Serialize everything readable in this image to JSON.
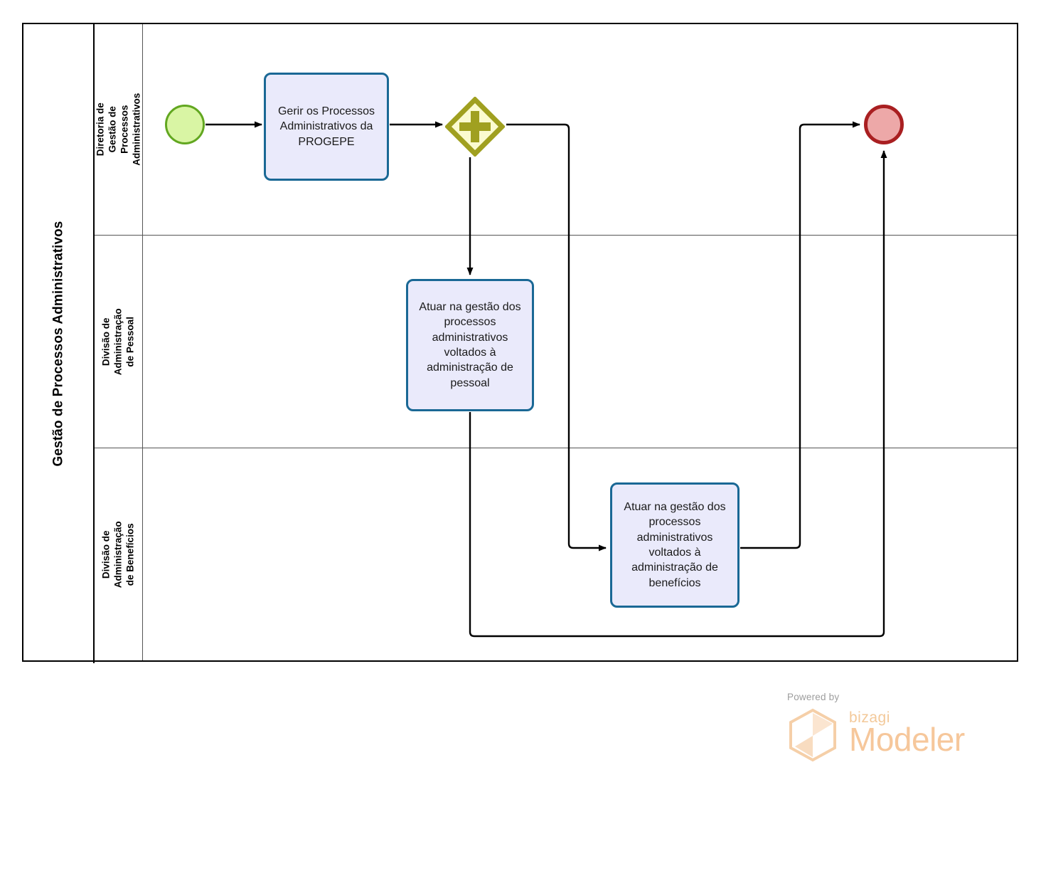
{
  "diagram": {
    "type": "bpmn-process",
    "pool": {
      "name": "Gestão de Processos Administrativos",
      "lanes": [
        {
          "id": "lane-diretoria",
          "name": "Diretoria de Gestão de Processos Administrativos"
        },
        {
          "id": "lane-pessoal",
          "name": "Divisão de Administração de Pessoal"
        },
        {
          "id": "lane-beneficios",
          "name": "Divisão de Administração de Benefícios"
        }
      ]
    },
    "nodes": [
      {
        "id": "start-event",
        "type": "start-event",
        "lane": "lane-diretoria",
        "label": ""
      },
      {
        "id": "task-gerir",
        "type": "task",
        "lane": "lane-diretoria",
        "label": "Gerir os Processos Administrativos da PROGEPE"
      },
      {
        "id": "gateway-parallel",
        "type": "parallel-gateway",
        "lane": "lane-diretoria",
        "label": ""
      },
      {
        "id": "task-pessoal",
        "type": "task",
        "lane": "lane-pessoal",
        "label": "Atuar na gestão dos processos administrativos voltados à administração de pessoal"
      },
      {
        "id": "task-beneficios",
        "type": "task",
        "lane": "lane-beneficios",
        "label": "Atuar na gestão dos processos administrativos voltados à administração de benefícios"
      },
      {
        "id": "end-event",
        "type": "end-event",
        "lane": "lane-diretoria",
        "label": ""
      }
    ],
    "flows": [
      {
        "from": "start-event",
        "to": "task-gerir",
        "label": ""
      },
      {
        "from": "task-gerir",
        "to": "gateway-parallel",
        "label": ""
      },
      {
        "from": "gateway-parallel",
        "to": "task-pessoal",
        "label": ""
      },
      {
        "from": "gateway-parallel",
        "to": "task-beneficios",
        "label": ""
      },
      {
        "from": "task-pessoal",
        "to": "end-event",
        "label": ""
      },
      {
        "from": "task-beneficios",
        "to": "end-event",
        "label": ""
      }
    ],
    "colors": {
      "start_event_border": "#62a720",
      "start_event_fill": "#d9f5a4",
      "end_event_border": "#a91f21",
      "end_event_fill": "#eda8a8",
      "task_border": "#1a6895",
      "task_fill": "#eaeafb",
      "gateway_border": "#a0a020",
      "gateway_fill": "#fbfbd0",
      "gateway_symbol": "#a0a020",
      "connector": "#000000",
      "pool_border": "#000000",
      "lane_border": "#555555"
    }
  },
  "footer": {
    "powered_by": "Powered by",
    "brand": "bizagi",
    "product": "Modeler"
  }
}
